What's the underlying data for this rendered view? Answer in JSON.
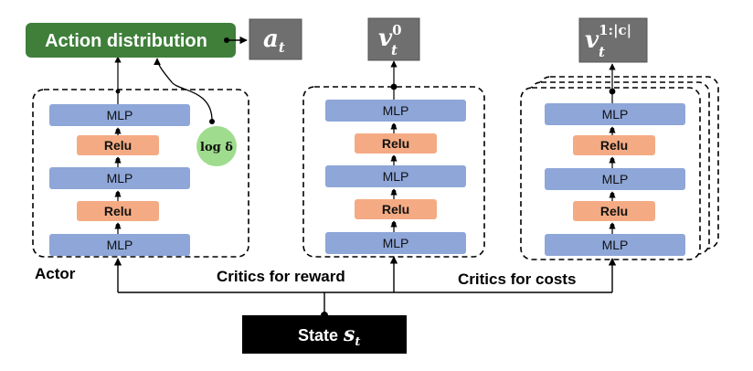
{
  "actor": {
    "label": "Actor",
    "action_distribution": "Action distribution",
    "action_output": "a",
    "action_subscript": "t",
    "log_std": "log δ",
    "layers": [
      "MLP",
      "Relu",
      "MLP",
      "Relu",
      "MLP"
    ]
  },
  "reward_critic": {
    "label": "Critics for reward",
    "value_symbol": "v",
    "value_superscript": "0",
    "value_subscript": "t",
    "layers": [
      "MLP",
      "Relu",
      "MLP",
      "Relu",
      "MLP"
    ]
  },
  "cost_critics": {
    "label": "Critics for costs",
    "value_symbol": "v",
    "value_superscript": "1:|c|",
    "value_subscript": "t",
    "layers": [
      "MLP",
      "Relu",
      "MLP",
      "Relu",
      "MLP"
    ]
  },
  "state": {
    "label": "State",
    "symbol": "s",
    "subscript": "t"
  },
  "colors": {
    "mlp": "#8ea6d8",
    "relu": "#f4ab84",
    "action_box": "#3f7f3a",
    "output_box": "#6f6f6f",
    "state_box": "#000000",
    "log_std_circle": "#9fdc8e"
  }
}
